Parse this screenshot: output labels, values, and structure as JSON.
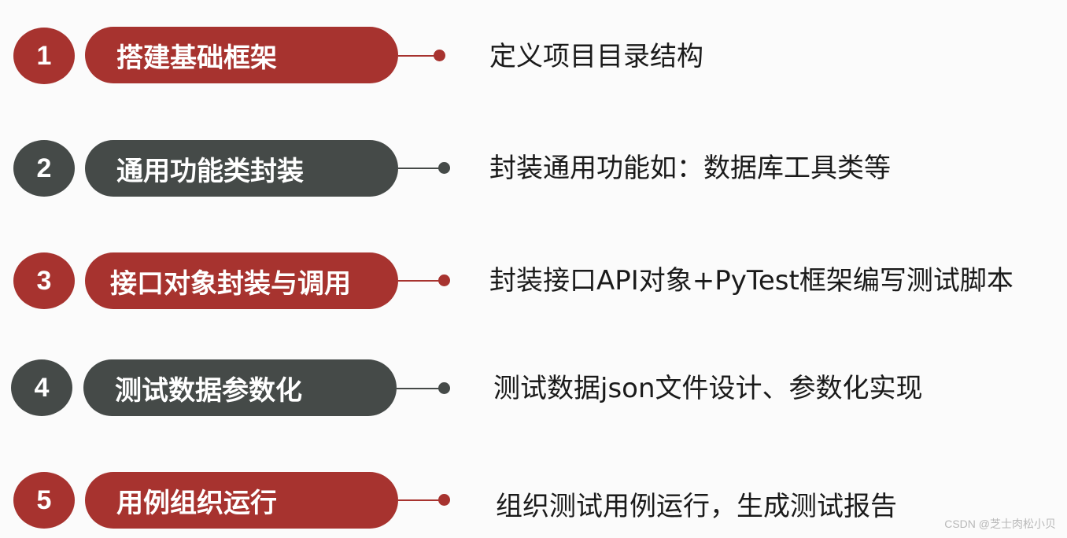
{
  "colors": {
    "red": "#a7332f",
    "gray": "#454a48",
    "background": "#fbfbfb",
    "text": "#1a1a1a"
  },
  "steps": [
    {
      "number": "1",
      "label": "搭建基础框架",
      "description": "定义项目目录结构",
      "color": "red"
    },
    {
      "number": "2",
      "label": "通用功能类封装",
      "description": "封装通用功能如：数据库工具类等",
      "color": "gray"
    },
    {
      "number": "3",
      "label": "接口对象封装与调用",
      "description": "封装接口API对象+PyTest框架编写测试脚本",
      "color": "red"
    },
    {
      "number": "4",
      "label": "测试数据参数化",
      "description": "测试数据json文件设计、参数化实现",
      "color": "gray"
    },
    {
      "number": "5",
      "label": "用例组织运行",
      "description": "组织测试用例运行，生成测试报告",
      "color": "red"
    }
  ],
  "watermark": "CSDN @芝士肉松小贝"
}
